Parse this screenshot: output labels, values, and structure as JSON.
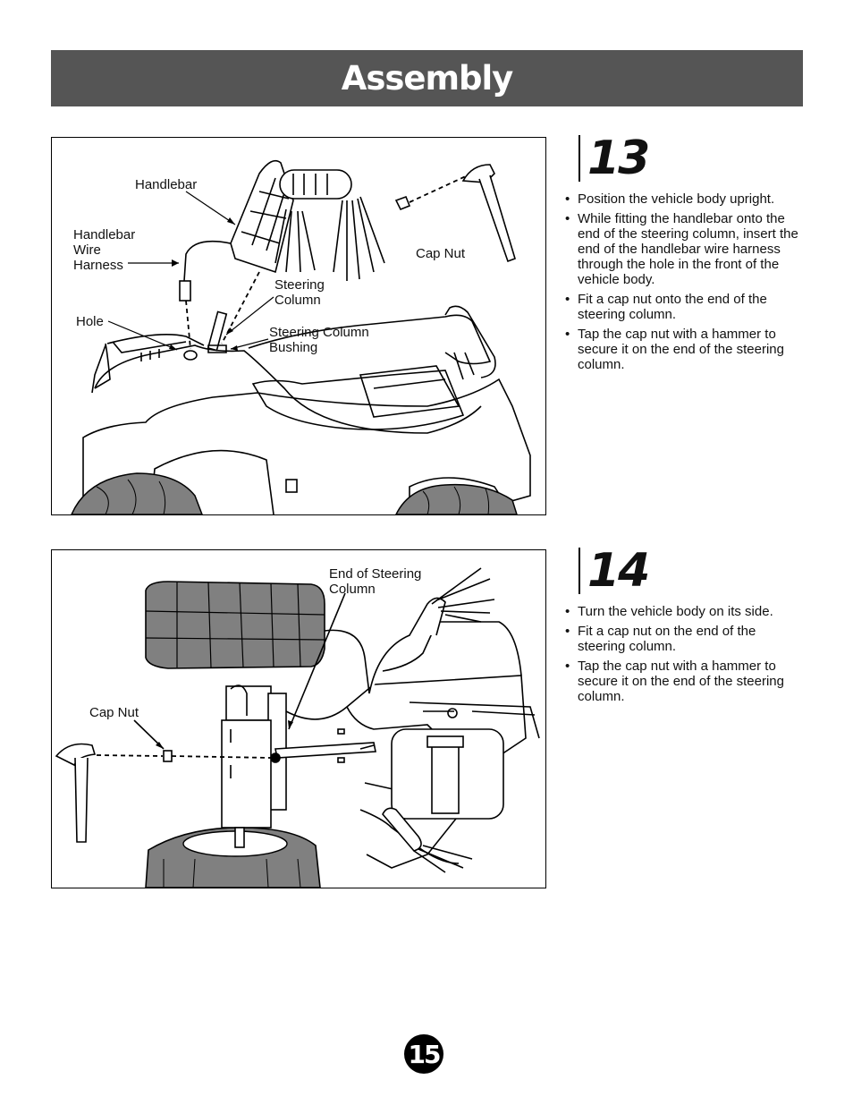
{
  "header": {
    "title": "Assembly"
  },
  "step13": {
    "number": "13",
    "labels": {
      "handlebar": "Handlebar",
      "wire_harness": "Handlebar\nWire\nHarness",
      "cap_nut": "Cap Nut",
      "steering_column": "Steering\nColumn",
      "hole": "Hole",
      "bushing": "Steering Column\nBushing"
    },
    "instructions": [
      "Position the vehicle body upright.",
      "While fitting the handlebar onto the end of the steering column, insert the end of the handlebar wire harness through the hole in the front of the vehicle body.",
      "Fit a cap nut onto the end of the steering column.",
      "Tap the cap nut with a hammer to secure it on the end of the steering column."
    ]
  },
  "step14": {
    "number": "14",
    "labels": {
      "end_of_column": "End of Steering\nColumn",
      "cap_nut": "Cap Nut"
    },
    "instructions": [
      "Turn the vehicle body on its side.",
      "Fit a cap nut on the end of the steering column.",
      "Tap the cap nut with a hammer to secure it on the end of the steering column."
    ]
  },
  "page": {
    "number": "15"
  }
}
